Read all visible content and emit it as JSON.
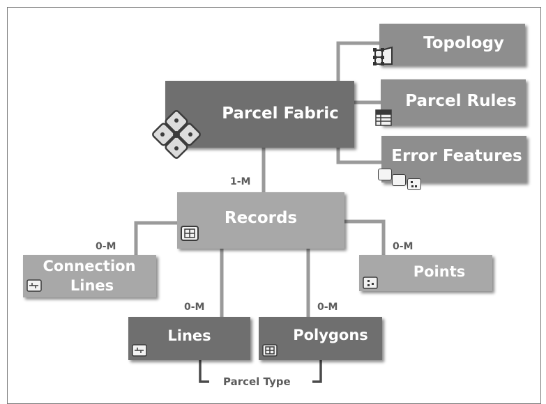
{
  "nodes": {
    "topology": "Topology",
    "parcel_fabric": "Parcel Fabric",
    "parcel_rules": "Parcel Rules",
    "error_features": "Error Features",
    "records": "Records",
    "connection_lines": [
      "Connection",
      "Lines"
    ],
    "points": "Points",
    "lines": "Lines",
    "polygons": "Polygons"
  },
  "relationships": {
    "fabric_to_records": "1-M",
    "records_to_connection_lines": "0-M",
    "records_to_points": "0-M",
    "records_to_lines": "0-M",
    "records_to_polygons": "0-M"
  },
  "parcel_type_label": "Parcel Type",
  "colors": {
    "dark_node": "#6f6f6f",
    "mid_node": "#8e8e8e",
    "light_node": "#a8a8a8",
    "connector": "#9a9a9a"
  }
}
